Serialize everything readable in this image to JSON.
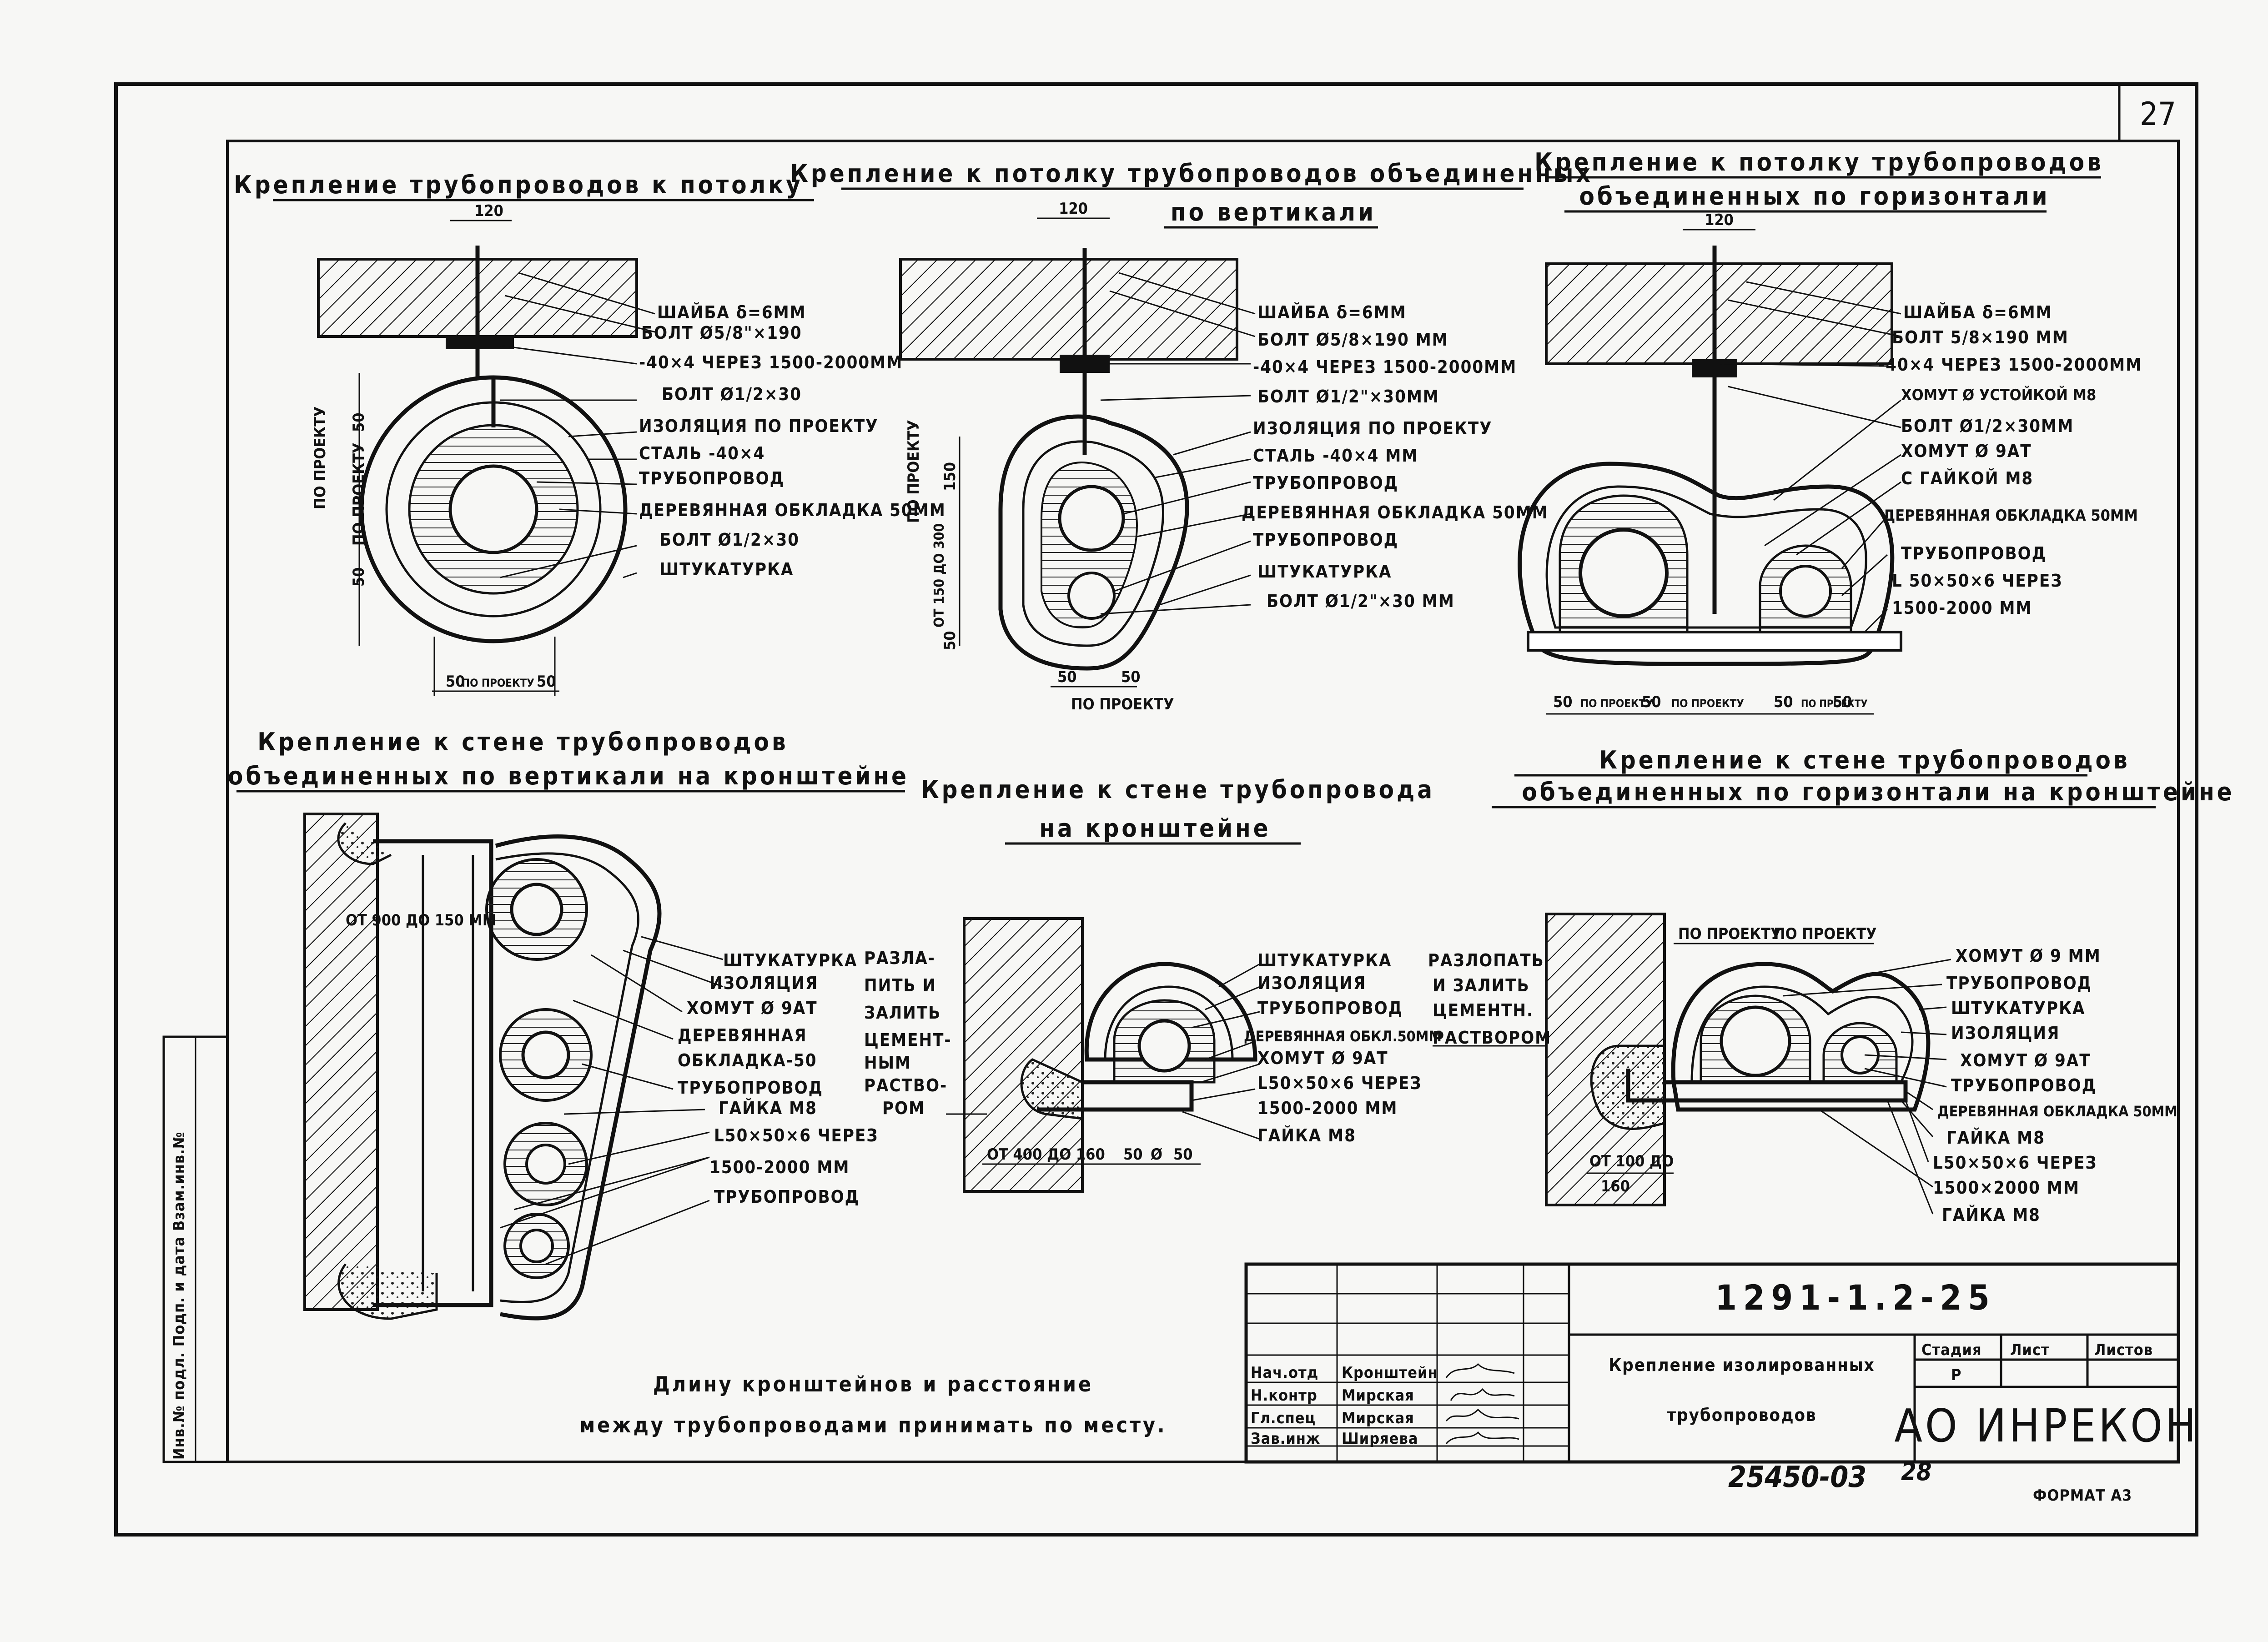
{
  "sheet": {
    "number": "27",
    "format": "ФОРМАТ А3",
    "archive_no": "25450-03",
    "archive_sheet": "28",
    "side_stamp": "Инв.№ подл. Подп. и дата Взам.инв.№"
  },
  "views": {
    "v1": {
      "title": "Крепление трубопроводов к потолку",
      "dim_top": "120",
      "labels": [
        "ШАЙБА δ=6ММ",
        "БОЛТ Ø5/8\"×190",
        "-40×4 ЧЕРЕЗ 1500-2000ММ",
        "БОЛТ Ø1/2×30",
        "ИЗОЛЯЦИЯ ПО ПРОЕКТУ",
        "СТАЛЬ -40×4",
        "ТРУБОПРОВОД",
        "ДЕРЕВЯННАЯ ОБКЛАДКА 50ММ",
        "БОЛТ Ø1/2×30",
        "ШТУКАТУРКА"
      ],
      "dims_left": [
        "ПО ПРОЕКТУ",
        "50",
        "ПО ПРОЕКТУ",
        "50"
      ],
      "dims_bottom": [
        "50",
        "ПО ПРОЕКТУ",
        "50"
      ]
    },
    "v2": {
      "title_line1": "Крепление к потолку трубопроводов объединенных",
      "title_line2": "по вертикали",
      "dim_top": "120",
      "labels": [
        "ШАЙБА δ=6ММ",
        "БОЛТ Ø5/8×190 ММ",
        "-40×4 ЧЕРЕЗ 1500-2000ММ",
        "БОЛТ Ø1/2\"×30ММ",
        "ИЗОЛЯЦИЯ ПО ПРОЕКТУ",
        "СТАЛЬ -40×4 ММ",
        "ТРУБОПРОВОД",
        "ДЕРЕВЯННАЯ ОБКЛАДКА 50ММ",
        "ТРУБОПРОВОД",
        "ШТУКАТУРКА",
        "БОЛТ Ø1/2\"×30 ММ"
      ],
      "dims_left": [
        "ПО ПРОЕКТУ",
        "150",
        "ОТ 150 ДО 300",
        "50"
      ],
      "dims_bottom": [
        "50",
        "ПО ПРОЕКТУ",
        "50"
      ]
    },
    "v3": {
      "title_line1": "Крепление к потолку трубопроводов",
      "title_line2": "объединенных по горизонтали",
      "dim_top": "120",
      "labels": [
        "ШАЙБА δ=6ММ",
        "БОЛТ 5/8×190 ММ",
        "-40×4 ЧЕРЕЗ 1500-2000ММ",
        "ХОМУТ Ø УСТОЙКОЙ М8",
        "БОЛТ Ø1/2×30ММ",
        "ХОМУТ Ø 9АТ",
        "С ГАЙКОЙ М8",
        "ДЕРЕВЯННАЯ ОБКЛАДКА 50ММ",
        "ТРУБОПРОВОД",
        "L 50×50×6 ЧЕРЕЗ",
        "1500-2000 ММ"
      ],
      "dims_bottom": [
        "50",
        "ПО ПРОЕКТУ",
        "50",
        "ПО ПРОЕКТУ",
        "50",
        "ПО ПРОЕКТУ",
        "50"
      ]
    },
    "v4": {
      "title_line1": "Крепление к стене трубопроводов",
      "title_line2": "объединенных по вертикали на кронштейне",
      "dim": "ОТ 900 ДО 150 ММ",
      "labels": [
        "ШТУКАТУРКА",
        "ИЗОЛЯЦИЯ",
        "ХОМУТ Ø 9АТ",
        "ДЕРЕВЯННАЯ",
        "ОБКЛАДКА-50",
        "ТРУБОПРОВОД",
        "ГАЙКА М8",
        "L50×50×6 ЧЕРЕЗ",
        "1500-2000 ММ",
        "ТРУБОПРОВОД"
      ],
      "mortar": [
        "РАЗЛА-",
        "ПИТЬ И",
        "ЗАЛИТЬ",
        "ЦЕМЕНТ-",
        "НЫМ",
        "РАСТВО-",
        "РОМ"
      ]
    },
    "v5": {
      "title_line1": "Крепление к стене трубопровода",
      "title_line2": "на кронштейне",
      "labels": [
        "ШТУКАТУРКА",
        "ИЗОЛЯЦИЯ",
        "ТРУБОПРОВОД",
        "ДЕРЕВЯННАЯ ОБКЛ.50ММ",
        "ХОМУТ Ø 9АТ",
        "L50×50×6 ЧЕРЕЗ",
        "1500-2000 ММ",
        "ГАЙКА М8"
      ],
      "dims_bottom": [
        "ОТ 400 ДО 160",
        "50",
        "Ø",
        "50"
      ]
    },
    "v6": {
      "title_line1": "Крепление к стене трубопроводов",
      "title_line2": "объединенных по горизонтали на кронштейне",
      "dims_top": [
        "ПО ПРОЕКТУ",
        "ПО ПРОЕКТУ"
      ],
      "mortar": [
        "РАЗЛОПАТЬ",
        "И ЗАЛИТЬ",
        "ЦЕМЕНТН.",
        "РАСТВОРОМ"
      ],
      "labels": [
        "ХОМУТ Ø 9 ММ",
        "ТРУБОПРОВОД",
        "ШТУКАТУРКА",
        "ИЗОЛЯЦИЯ",
        "ХОМУТ Ø 9АТ",
        "ТРУБОПРОВОД",
        "ДЕРЕВЯННАЯ ОБКЛАДКА 50ММ",
        "ГАЙКА М8",
        "L50×50×6 ЧЕРЕЗ",
        "1500×2000 ММ",
        "ГАЙКА М8"
      ],
      "dims_bottom": [
        "ОТ 100 ДО",
        "160"
      ]
    }
  },
  "note": {
    "line1": "Длину кронштейнов и расстояние",
    "line2": "между трубопроводами принимать по месту."
  },
  "title_block": {
    "code": "1291-1.2-25",
    "title_line1": "Крепление изолированных",
    "title_line2": "трубопроводов",
    "stage_label": "Стадия",
    "sheet_label": "Лист",
    "sheets_label": "Листов",
    "stage_value": "Р",
    "company": "АО ИНРЕКОН",
    "rows": [
      {
        "role": "Нач.отд",
        "name": "Кронштейн"
      },
      {
        "role": "Н.контр",
        "name": "Мирская"
      },
      {
        "role": "Гл.спец",
        "name": "Мирская"
      },
      {
        "role": "Зав.инж",
        "name": "Ширяева"
      }
    ]
  }
}
